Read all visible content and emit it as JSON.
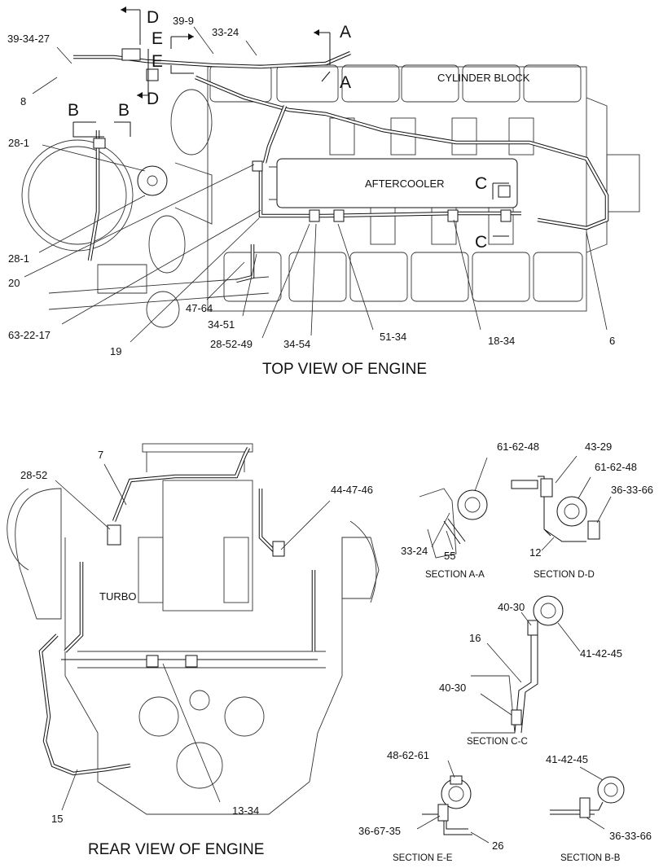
{
  "top_view": {
    "title": "TOP VIEW OF ENGINE",
    "labels": {
      "cylinder_block": "CYLINDER BLOCK",
      "aftercooler": "AFTERCOOLER"
    },
    "callouts": {
      "c_39_34_27": "39-34-27",
      "c_39_9": "39-9",
      "c_33_24": "33-24",
      "c_8": "8",
      "c_28_1_a": "28-1",
      "c_28_1_b": "28-1",
      "c_20": "20",
      "c_63_22_17": "63-22-17",
      "c_19": "19",
      "c_47_64": "47-64",
      "c_34_51": "34-51",
      "c_28_52_49": "28-52-49",
      "c_34_54": "34-54",
      "c_51_34": "51-34",
      "c_18_34": "18-34",
      "c_6": "6"
    },
    "section_marks": {
      "d1": "D",
      "d2": "D",
      "e1": "E",
      "e2": "E",
      "a1": "A",
      "a2": "A",
      "b1": "B",
      "b2": "B",
      "c1": "C",
      "c2": "C"
    }
  },
  "rear_view": {
    "title": "REAR VIEW OF ENGINE",
    "labels": {
      "turbo": "TURBO"
    },
    "callouts": {
      "c_7": "7",
      "c_28_52": "28-52",
      "c_44_47_46": "44-47-46",
      "c_13_34": "13-34",
      "c_15": "15"
    }
  },
  "sections": {
    "a": {
      "title": "SECTION A-A",
      "callouts": {
        "c_61_62_48": "61-62-48",
        "c_33_24": "33-24",
        "c_55": "55"
      }
    },
    "d": {
      "title": "SECTION D-D",
      "callouts": {
        "c_43_29": "43-29",
        "c_61_62_48": "61-62-48",
        "c_36_33_66": "36-33-66",
        "c_12": "12"
      }
    },
    "c": {
      "title": "SECTION C-C",
      "callouts": {
        "c_40_30_a": "40-30",
        "c_41_42_45": "41-42-45",
        "c_16": "16",
        "c_40_30_b": "40-30"
      }
    },
    "e": {
      "title": "SECTION E-E",
      "callouts": {
        "c_48_62_61": "48-62-61",
        "c_36_67_35": "36-67-35",
        "c_26": "26"
      }
    },
    "b": {
      "title": "SECTION B-B",
      "callouts": {
        "c_41_42_45": "41-42-45",
        "c_36_33_66": "36-33-66"
      }
    }
  }
}
